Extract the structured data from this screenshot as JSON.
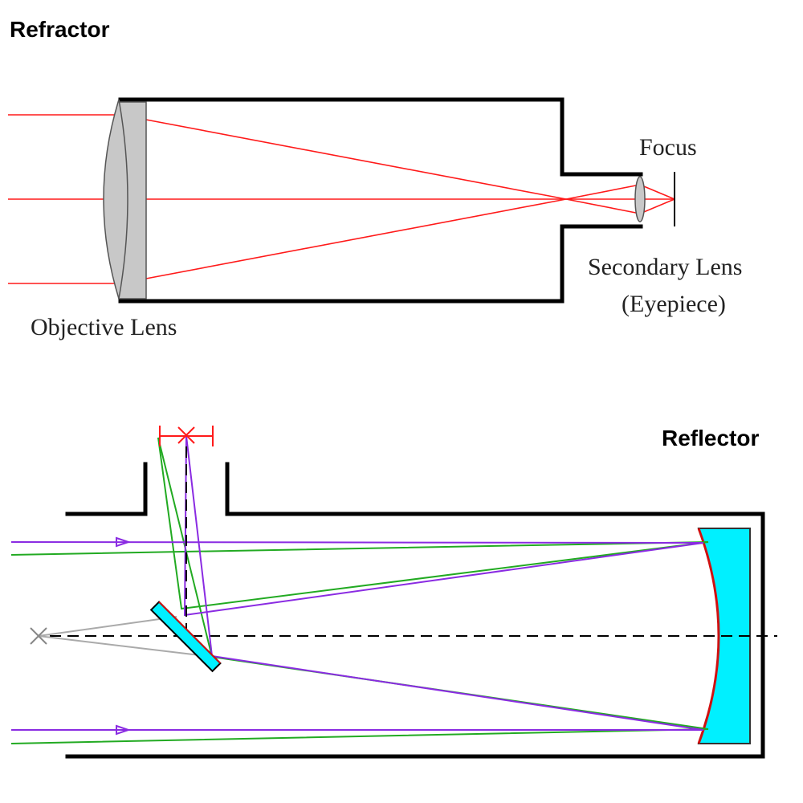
{
  "titles": {
    "refractor": "Refractor",
    "reflector": "Reflector"
  },
  "labels": {
    "focus": "Focus",
    "secondary_lens_line1": "Secondary Lens",
    "secondary_lens_line2": "(Eyepiece)",
    "objective_lens": "Objective Lens"
  },
  "colors": {
    "ray_red": "#ff1a1a",
    "ray_green": "#22aa22",
    "ray_purple": "#8a2be2",
    "mirror_fill": "#00f0ff",
    "mirror_edge": "#d01010",
    "lens_fill": "#c8c8c8"
  }
}
